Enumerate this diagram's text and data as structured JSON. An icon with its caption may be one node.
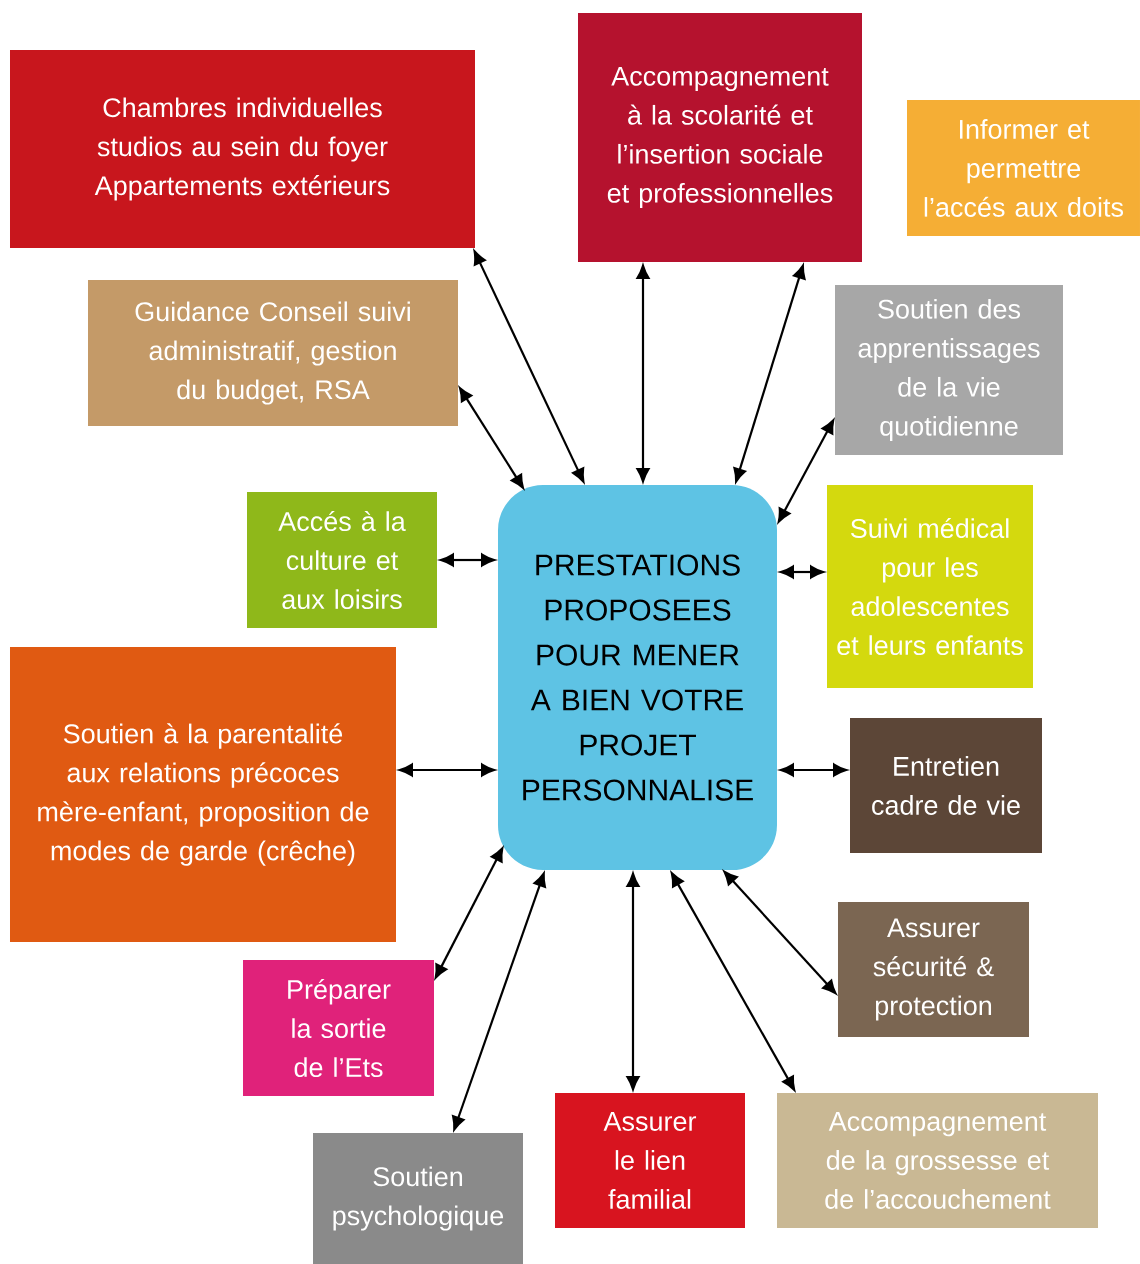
{
  "diagram": {
    "nodes": [
      {
        "text": [
          "Chambres individuelles studios au sein du foyer Appartements extérieurs"
        ]
      },
      {
        "text": [
          "Accompagnement à la scolarité et l’insertion sociale et professionnelles"
        ]
      },
      {
        "text": [
          "Informer et permettre l’accés aux doits"
        ]
      },
      {
        "text": [
          "Guidance Conseil suivi administratif, gestion du budget, RSA"
        ]
      },
      {
        "text": [
          "Soutien des apprentissages de la vie quotidienne"
        ]
      },
      {
        "text": [
          "Accés à la culture et aux loisirs"
        ]
      },
      {
        "text": [
          "PRESTATIONS PROPOSEES POUR MENER A BIEN VOTRE PROJET PERSONNALISE"
        ]
      },
      {
        "text": [
          "Suivi médical pour les adolescentes et leurs enfants"
        ]
      },
      {
        "text": [
          "Soutien à la parentalité aux relations précoces mère-enfant, proposition de modes de garde (crêche)"
        ]
      },
      {
        "text": [
          "Entretien cadre de vie"
        ]
      },
      {
        "text": [
          "Assurer sécurité & protection"
        ]
      },
      {
        "text": [
          "Préparer la sortie de l’Ets"
        ]
      },
      {
        "text": [
          "Assurer le lien familial"
        ]
      },
      {
        "text": [
          "Accompagnement de la grossesse et de l’accouchement"
        ]
      },
      {
        "text": [
          "Soutien psychologique"
        ]
      }
    ],
    "edges": [
      {
        "from": 6,
        "to": 0,
        "arrow": "both"
      },
      {
        "from": 6,
        "to": 1,
        "arrow": "both"
      },
      {
        "from": 6,
        "to": 1,
        "arrow": "both"
      },
      {
        "from": 6,
        "to": 3,
        "arrow": "both"
      },
      {
        "from": 6,
        "to": 4,
        "arrow": "both"
      },
      {
        "from": 6,
        "to": 5,
        "arrow": "both"
      },
      {
        "from": 6,
        "to": 7,
        "arrow": "both"
      },
      {
        "from": 6,
        "to": 8,
        "arrow": "both"
      },
      {
        "from": 6,
        "to": 9,
        "arrow": "both"
      },
      {
        "from": 6,
        "to": 10,
        "arrow": "both"
      },
      {
        "from": 6,
        "to": 11,
        "arrow": "both"
      },
      {
        "from": 6,
        "to": 14,
        "arrow": "both"
      },
      {
        "from": 6,
        "to": 12,
        "arrow": "both"
      },
      {
        "from": 6,
        "to": 13,
        "arrow": "both"
      }
    ]
  }
}
